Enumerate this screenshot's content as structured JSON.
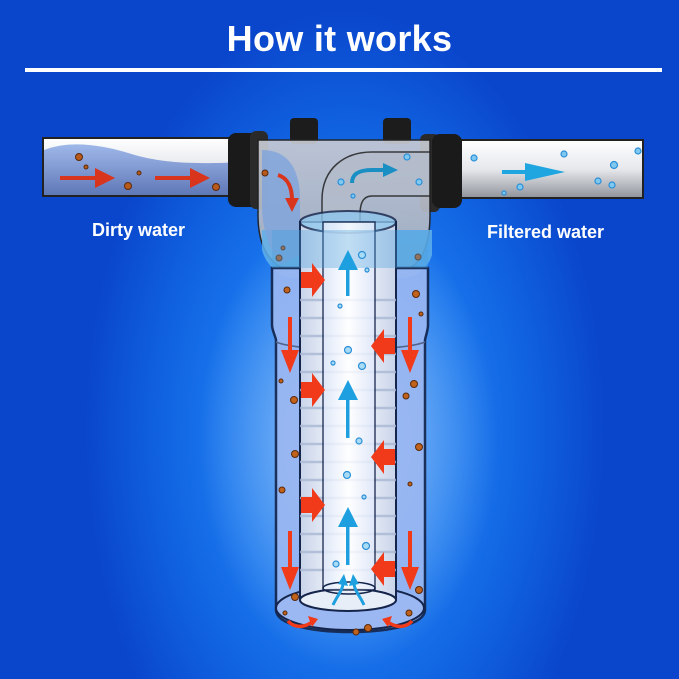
{
  "header": {
    "title": "How it works"
  },
  "labels": {
    "inlet": "Dirty water",
    "outlet": "Filtered water"
  },
  "colors": {
    "background": "#1a78ee",
    "title_text": "#ffffff",
    "dirty_flow_arrow": "#f03a1a",
    "clean_flow_arrow": "#1ea0e0",
    "sediment_particle": "#c86a20",
    "water": "#8fb8f0",
    "fitting": "#1a1a1a"
  },
  "diagram": {
    "components": [
      {
        "id": "inlet-pipe",
        "side": "left",
        "contents": "dirty water with sediment particles"
      },
      {
        "id": "filter-head",
        "contents": "inlet channel and elbow to outlet"
      },
      {
        "id": "filter-housing",
        "contents": "clear sump with sediment"
      },
      {
        "id": "filter-cartridge",
        "contents": "pleated/wound filter element"
      },
      {
        "id": "outlet-pipe",
        "side": "right",
        "contents": "filtered water with clean bubbles"
      }
    ],
    "flow": [
      "Dirty water enters from the left pipe",
      "Water flows down around the outside of the cartridge",
      "Water passes inward through the filter element",
      "Filtered water rises up the center core",
      "Clean water exits through the right pipe"
    ]
  }
}
